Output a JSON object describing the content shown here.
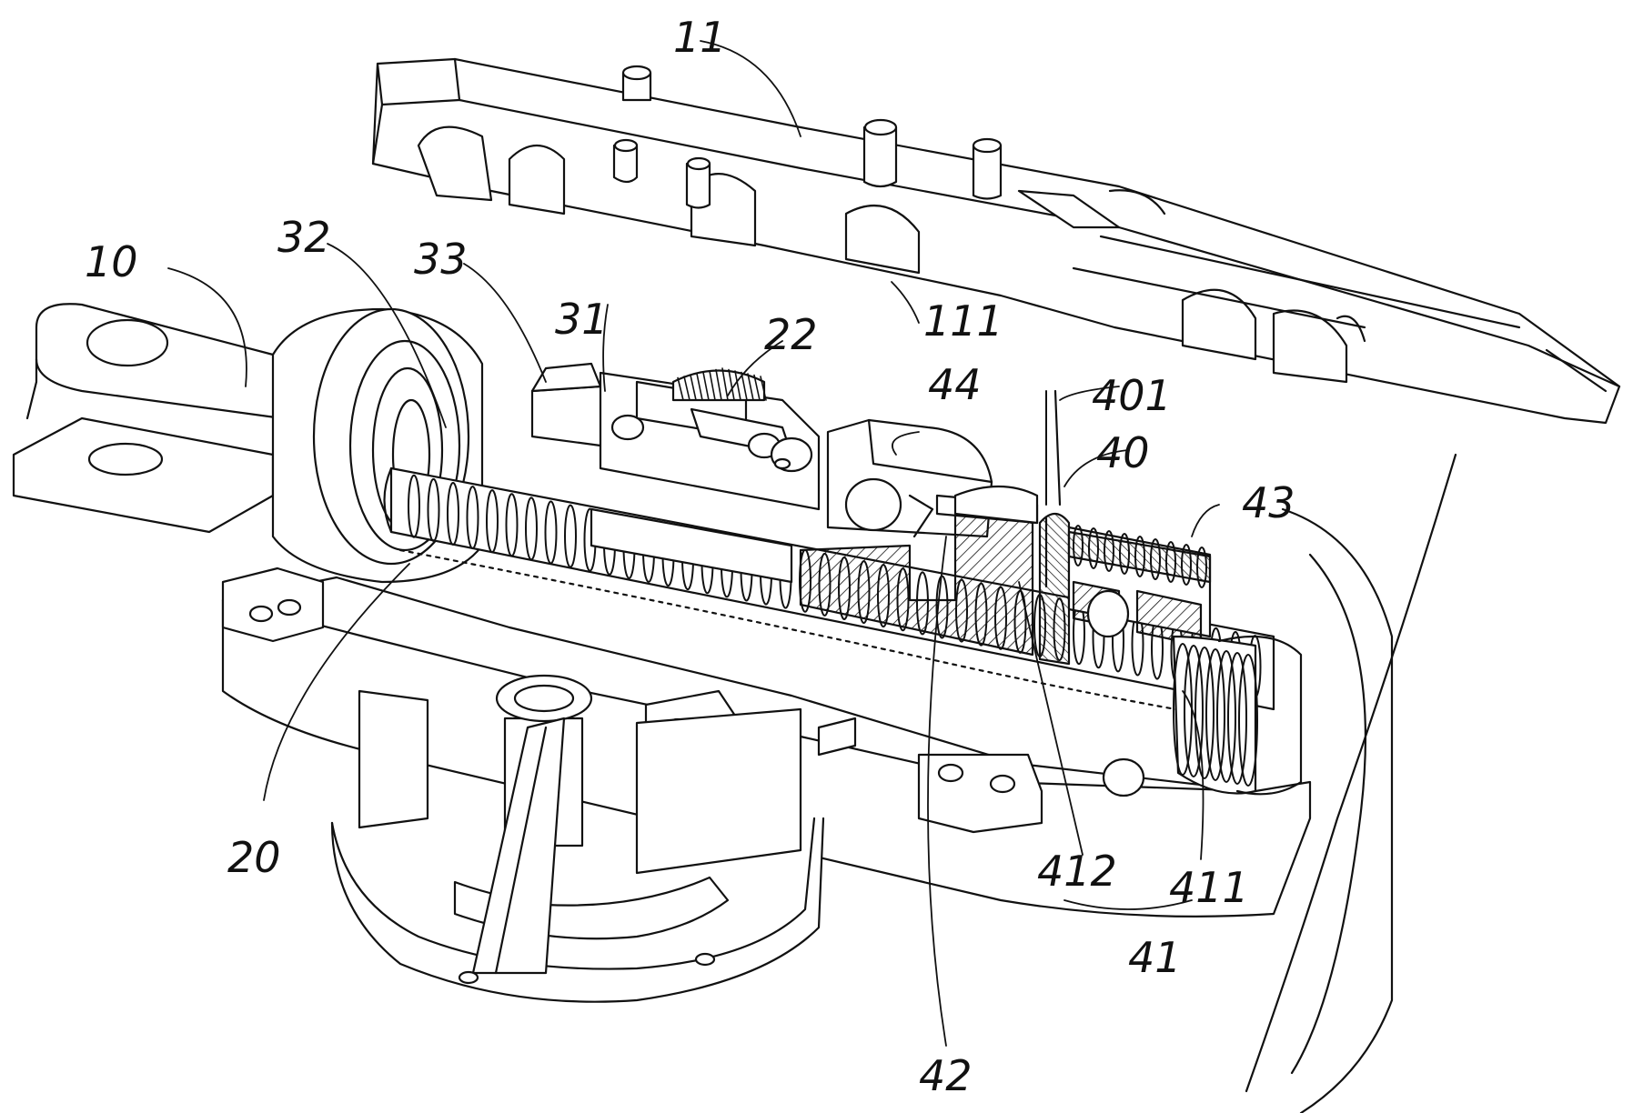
{
  "figure": {
    "labels": {
      "l10": "10",
      "l11": "11",
      "l111": "111",
      "l20": "20",
      "l22": "22",
      "l31": "31",
      "l32": "32",
      "l33": "33",
      "l40": "40",
      "l401": "401",
      "l41": "41",
      "l411": "411",
      "l412": "412",
      "l42": "42",
      "l43": "43",
      "l44": "44"
    },
    "colors": {
      "ink": "#111111",
      "background": "#ffffff",
      "part_fill": "#ffffff",
      "shade": "#e6e6e6"
    }
  }
}
